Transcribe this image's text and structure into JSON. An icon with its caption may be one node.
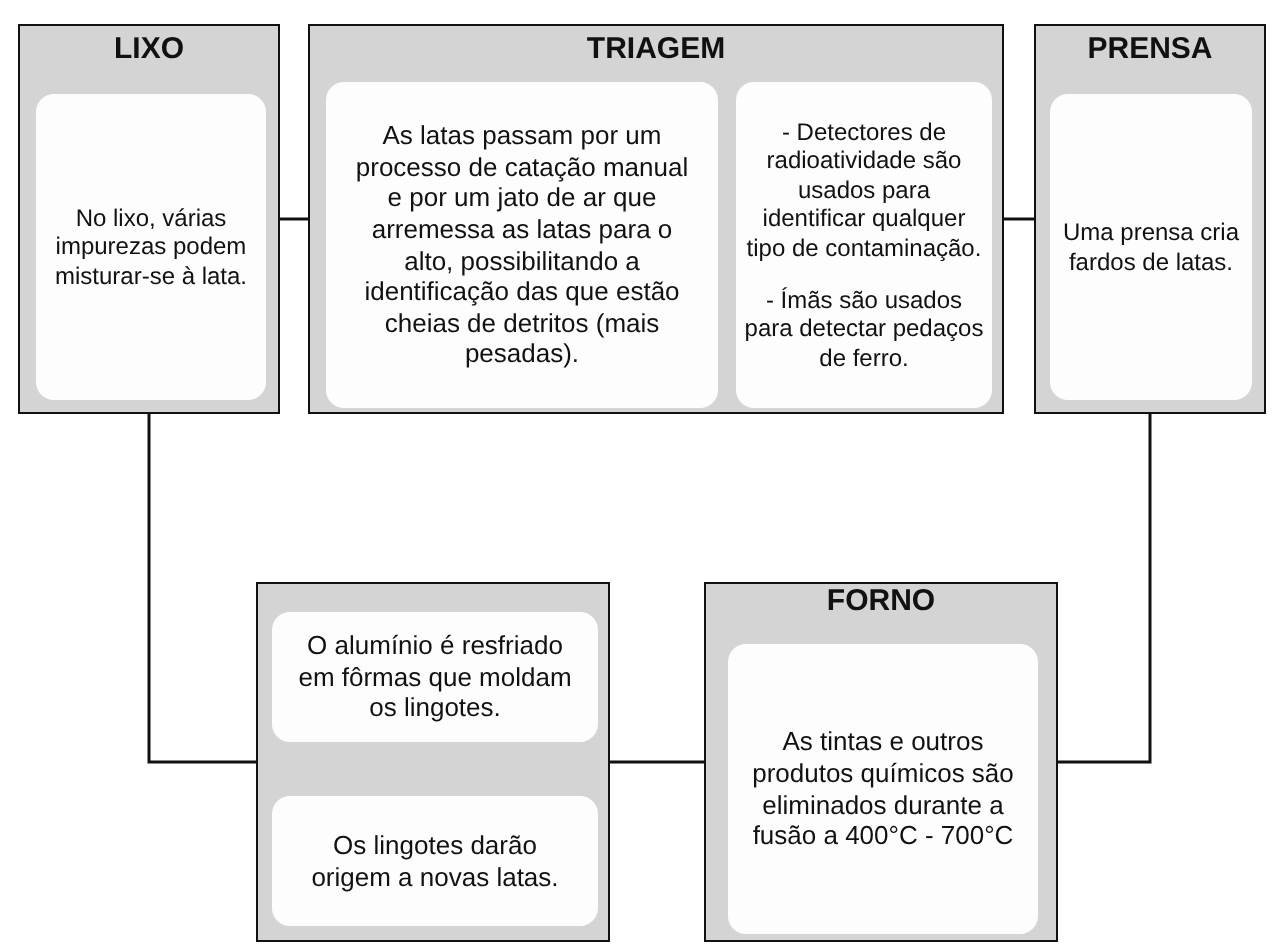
{
  "diagram": {
    "nodes": [
      {
        "text": [
          "LIXO"
        ]
      },
      {
        "text": [
          "No lixo, várias impurezas podem misturar-se à lata."
        ],
        "in": 0
      },
      {
        "text": [
          "TRIAGEM"
        ]
      },
      {
        "text": [
          "As latas passam por um processo de catação manual e por um jato de ar que arremessa as latas para o alto, possibilitando a identificação das que estão cheias de detritos (mais pesadas)."
        ],
        "in": 2
      },
      {
        "text": [
          "- Detectores de radioatividade são usados para identificar qualquer tipo de contaminação.",
          "- Ímãs são usados para detectar pedaços de ferro."
        ],
        "in": 2
      },
      {
        "text": [
          "PRENSA"
        ]
      },
      {
        "text": [
          "Uma prensa cria fardos de latas."
        ],
        "in": 5
      },
      {
        "text": [],
        "shape": "box"
      },
      {
        "text": [
          "O alumínio é resfriado em fôrmas que moldam os lingotes."
        ],
        "in": 7
      },
      {
        "text": [
          "Os lingotes darão origem a novas latas."
        ],
        "in": 7
      },
      {
        "text": [
          "FORNO"
        ]
      },
      {
        "text": [
          "As tintas e outros produtos químicos são eliminados durante a fusão a 400°C - 700°C"
        ],
        "in": 10
      }
    ],
    "edges": [
      {
        "from": 0,
        "to": 2,
        "arrow": "none"
      },
      {
        "from": 2,
        "to": 5,
        "arrow": "none"
      },
      {
        "from": 5,
        "to": 10,
        "arrow": "none"
      },
      {
        "from": 10,
        "to": 7,
        "arrow": "none"
      },
      {
        "from": 7,
        "to": 0,
        "arrow": "none"
      }
    ]
  }
}
